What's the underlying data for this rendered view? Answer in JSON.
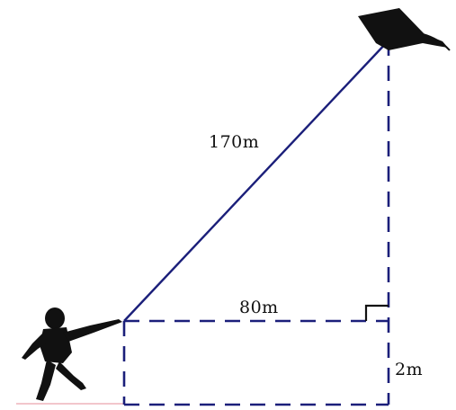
{
  "diagram": {
    "labels": {
      "string_length": "170m",
      "horizontal_distance": "80m",
      "hand_height": "2m"
    },
    "colors": {
      "line": "#1b1f7a",
      "silhouette": "#111111",
      "background": "#ffffff",
      "ground_tint": "#f2c6cc"
    },
    "icons": {
      "kite": "kite-icon",
      "person": "person-silhouette-icon",
      "right_angle": "right-angle-marker"
    }
  }
}
